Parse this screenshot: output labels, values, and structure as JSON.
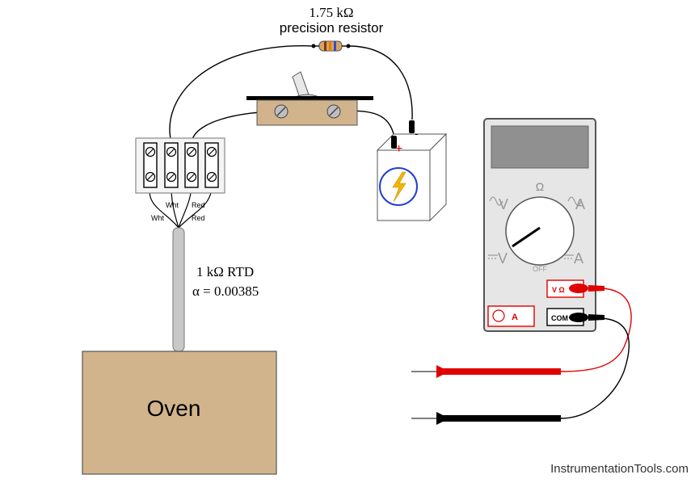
{
  "resistor": {
    "value_label": "1.75 kΩ",
    "desc_label": "precision resistor"
  },
  "rtd": {
    "value_label": "1 kΩ RTD",
    "alpha_label": "α = 0.00385"
  },
  "terminal_block": {
    "wire_labels": [
      "Wht",
      "Red",
      "Wht",
      "Red"
    ]
  },
  "battery": {
    "plus_label": "+",
    "minus_label": "-"
  },
  "oven": {
    "label": "Oven"
  },
  "multimeter": {
    "dial_labels": {
      "ohm": "Ω",
      "ac_v": "V",
      "ac_a": "A",
      "dc_v": "V",
      "dc_a": "A",
      "off": "OFF"
    },
    "jacks": {
      "v_ohm": "V Ω",
      "com": "COM",
      "amp": "A"
    }
  },
  "watermark": "InstrumentationTools.com",
  "colors": {
    "oven_fill": "#d2b48c",
    "switch_base": "#d2b48c",
    "lead_red": "#e00000",
    "lead_black": "#000000",
    "meter_body": "#e6e6e6",
    "meter_display": "#909090",
    "bolt": "#f5b400",
    "bolt_ring": "#2040d0"
  },
  "icons": {
    "battery": "lightning-bolt-icon",
    "switch": "toggle-switch-icon",
    "screw": "screw-icon"
  }
}
